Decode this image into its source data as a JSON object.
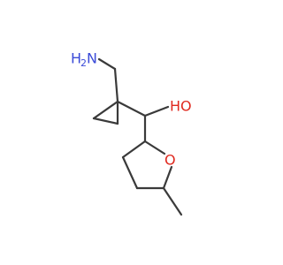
{
  "molecule": {
    "colors": {
      "bond": "#3a3a3a",
      "nitrogen": "#3b4bd8",
      "oxygen": "#e0291f",
      "carbon": "#3a3a3a"
    },
    "atoms": {
      "amine": {
        "element": "N",
        "label": "H",
        "subscript": "2"
      },
      "hydroxyl": {
        "element": "O",
        "label": "HO"
      },
      "ring_oxygen": {
        "element": "O",
        "label": "O"
      }
    }
  }
}
